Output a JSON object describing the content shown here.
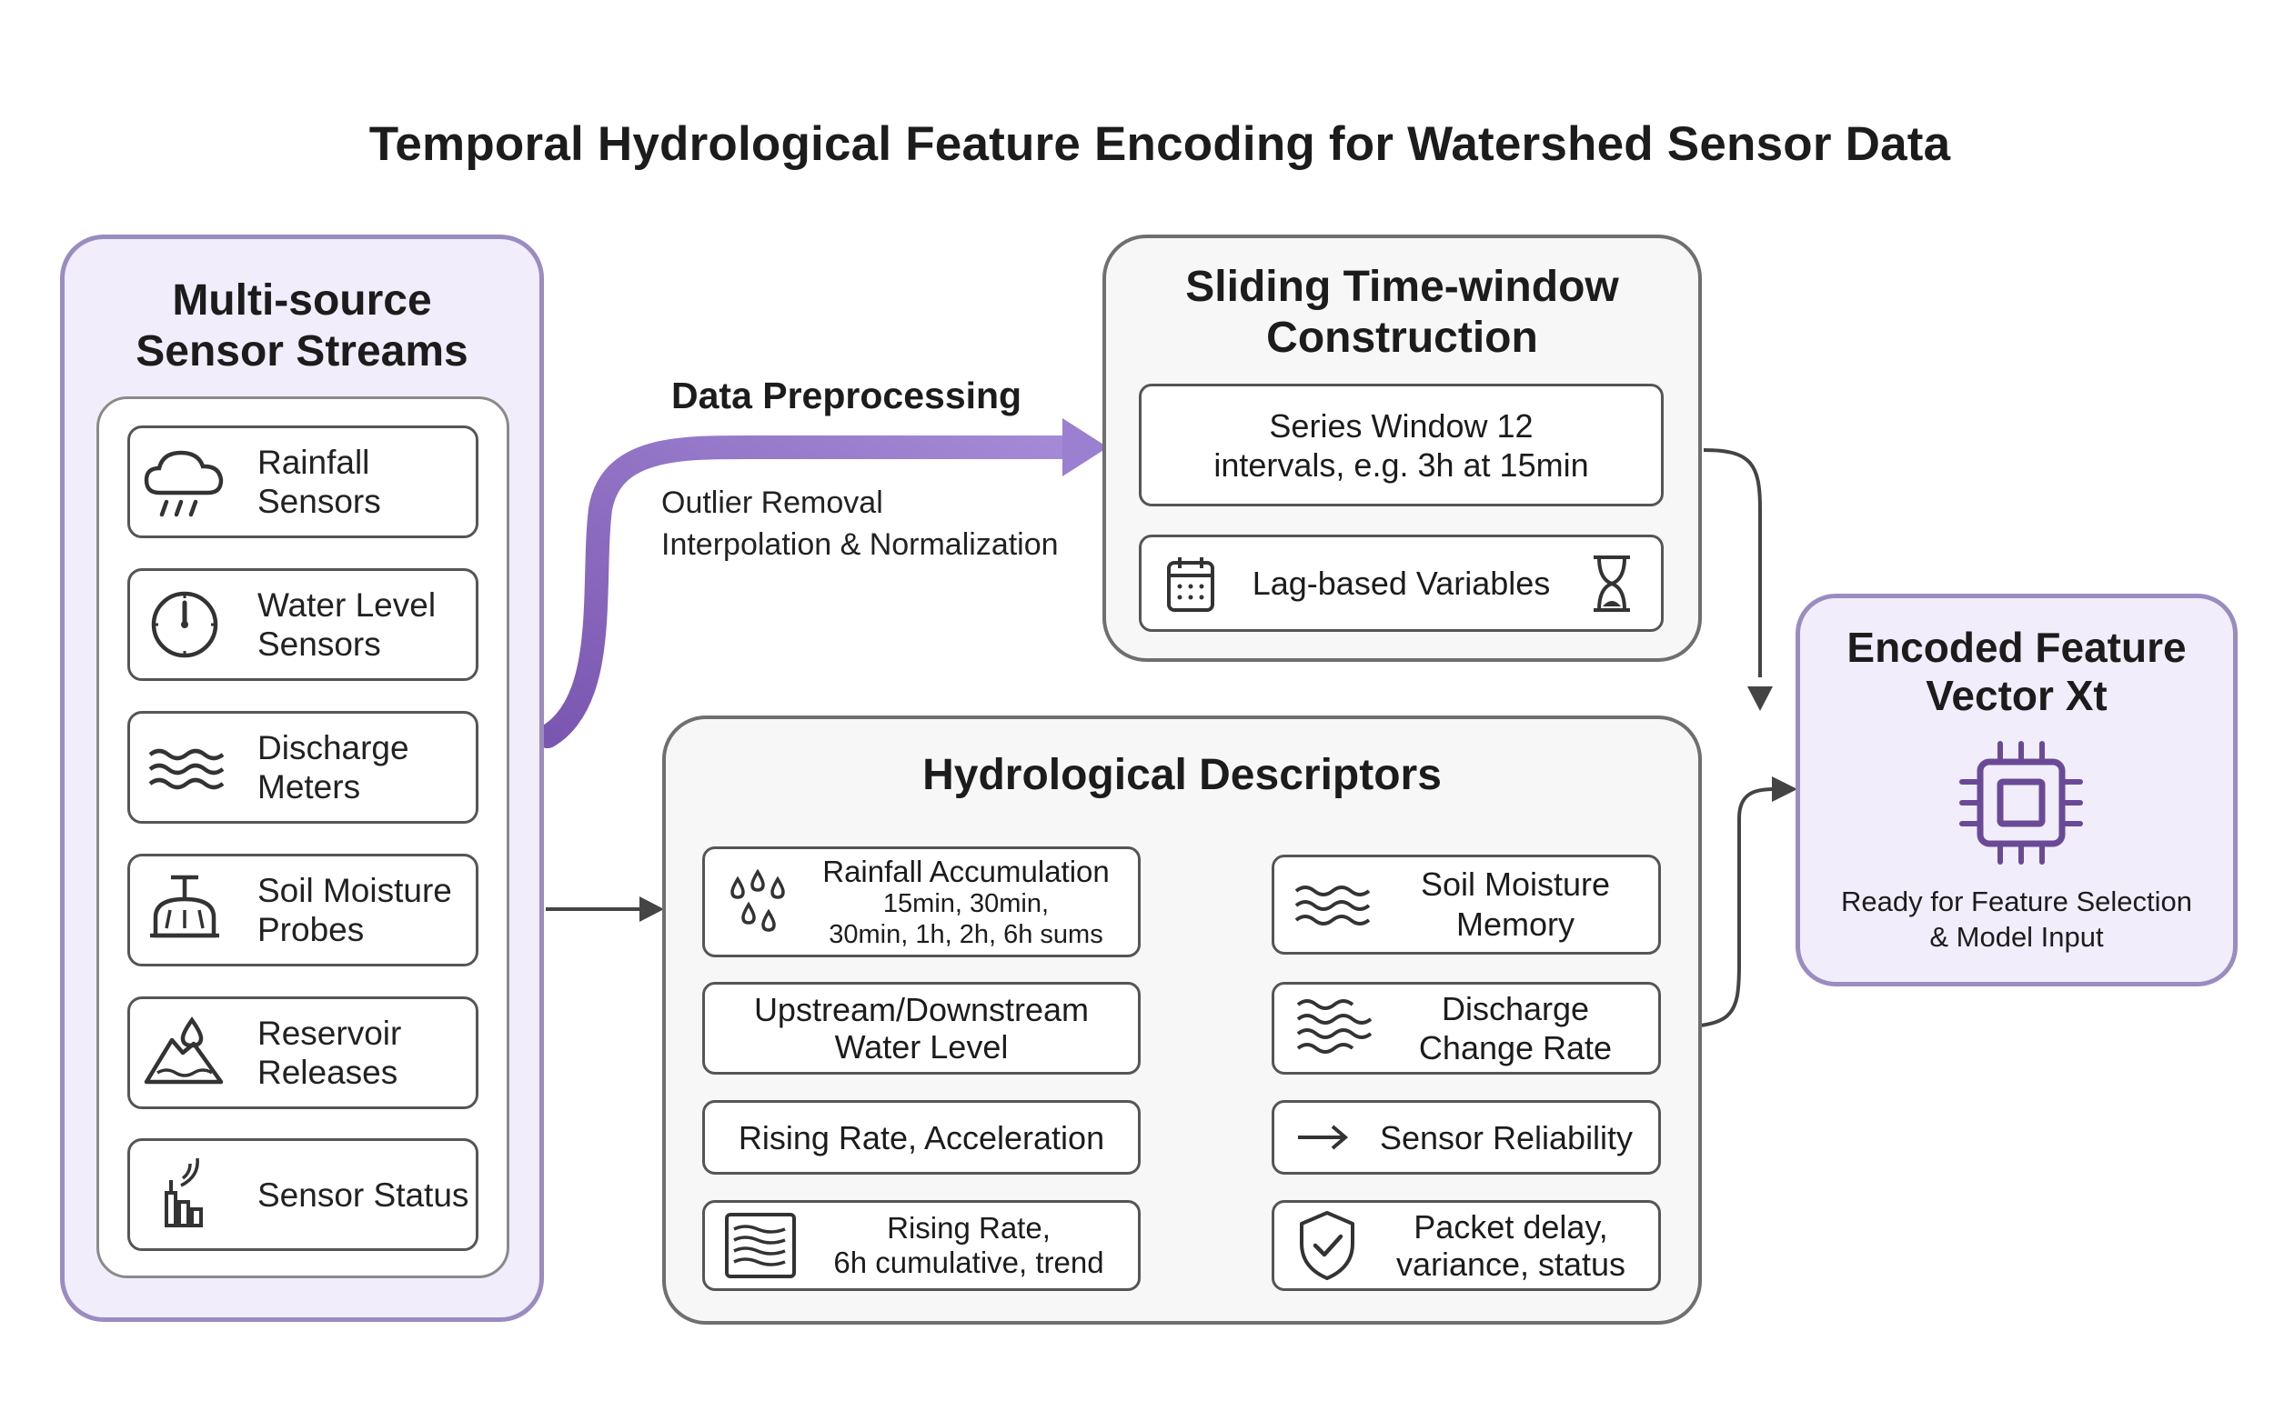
{
  "title": "Temporal Hydrological Feature Encoding for Watershed Sensor Data",
  "sources": {
    "heading": "Multi-source\nSensor Streams",
    "items": [
      {
        "label": "Rainfall\nSensors",
        "icon": "rain-cloud-icon"
      },
      {
        "label": "Water Level\nSensors",
        "icon": "gauge-icon"
      },
      {
        "label": "Discharge\nMeters",
        "icon": "waves-icon"
      },
      {
        "label": "Soil Moisture\nProbes",
        "icon": "soil-probe-icon"
      },
      {
        "label": "Reservoir\nReleases",
        "icon": "reservoir-icon"
      },
      {
        "label": "Sensor Status",
        "icon": "signal-tower-icon"
      }
    ]
  },
  "preprocessing": {
    "heading": "Data Preprocessing",
    "steps": [
      "Outlier Removal",
      "Interpolation & Normalization"
    ]
  },
  "window": {
    "heading": "Sliding Time-window\nConstruction",
    "series": "Series Window 12\nintervals, e.g. 3h at 15min",
    "lag": "Lag-based Variables"
  },
  "descriptors": {
    "heading": "Hydrological Descriptors",
    "left": [
      {
        "title": "Rainfall Accumulation",
        "detail": "15min, 30min,\n30min, 1h, 2h, 6h sums",
        "icon": "raindrops-icon"
      },
      {
        "title": "Upstream/Downstream\nWater Level"
      },
      {
        "title": "Rising Rate, Acceleration"
      },
      {
        "title": "Rising Rate,\n6h cumulative, trend",
        "icon": "layers-icon"
      }
    ],
    "right": [
      {
        "title": "Soil Moisture\nMemory",
        "icon": "waves-icon"
      },
      {
        "title": "Discharge\nChange Rate",
        "icon": "wave-stack-icon"
      },
      {
        "title": "Sensor Reliability",
        "icon": "arrow-right-icon"
      },
      {
        "title": "Packet delay,\nvariance, status",
        "icon": "shield-check-icon"
      }
    ]
  },
  "output": {
    "heading": "Encoded Feature\nVector Xt",
    "caption": "Ready for Feature Selection\n& Model Input",
    "icon": "chip-icon"
  },
  "colors": {
    "accent": "#8b6fc0",
    "panel_purple": "#f1edfa",
    "chip": "#6a4a96"
  }
}
